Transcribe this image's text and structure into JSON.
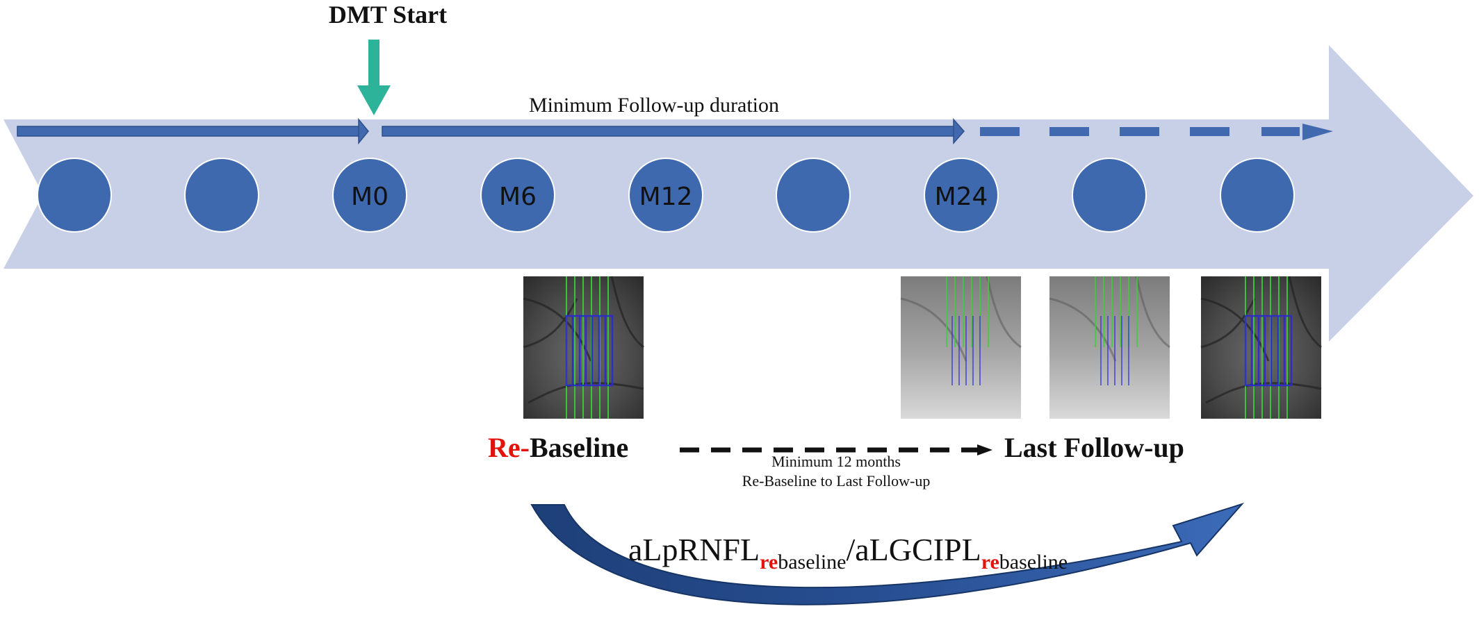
{
  "title": "DMT Start",
  "min_followup_label": "Minimum Follow-up duration",
  "timepoints": [
    "",
    "",
    "M0",
    "M6",
    "M12",
    "",
    "M24",
    "",
    ""
  ],
  "rebaseline": {
    "prefix": "Re-",
    "rest": "Baseline"
  },
  "last_followup": "Last Follow-up",
  "min_months": {
    "line1": "Minimum 12 months",
    "line2": "Re-Baseline to Last Follow-up"
  },
  "formula": {
    "part1": "aLpRNFL",
    "sub1_re": "re",
    "sub1_rest": "baseline",
    "slash": "/aLGCIPL",
    "sub2_re": "re",
    "sub2_rest": "baseline"
  },
  "colors": {
    "big_arrow": "#c7d0e6",
    "circle": "#3f69ae",
    "arrow_blue": "#4169b0",
    "teal": "#2db39a",
    "red": "#e3120b",
    "curve_dark": "#1e3f78",
    "curve_light": "#3a66b3"
  }
}
